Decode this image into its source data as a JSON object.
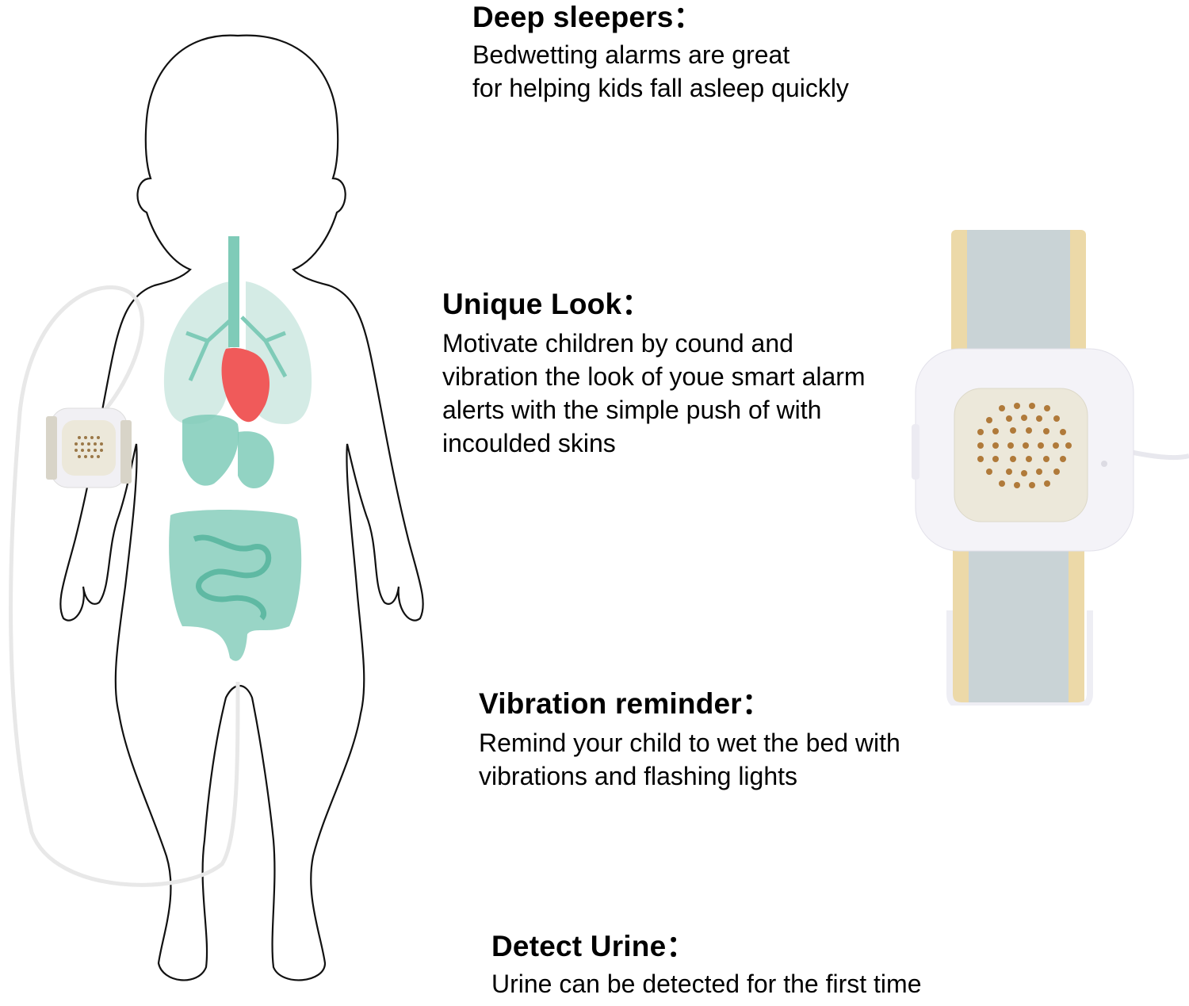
{
  "features": [
    {
      "title": "Deep sleepers：",
      "body": "Bedwetting alarms are great\nfor helping kids fall asleep quickly"
    },
    {
      "title": "Unique Look：",
      "body": "Motivate children by cound and\nvibration the look of youe smart alarm\nalerts with the simple push of with\nincoulded skins"
    },
    {
      "title": "Vibration reminder：",
      "body": "Remind your child to wet the bed with\nvibrations and flashing lights"
    },
    {
      "title": "Detect Urine：",
      "body": "Urine can be detected for the first time"
    }
  ],
  "colors": {
    "organ_teal": "#7fcbb8",
    "organ_teal_dark": "#5fb9a3",
    "lung": "#cfe9e2",
    "heart": "#f05a5a",
    "strap_gray": "#c9d3d6",
    "strap_beige": "#ecd9a8",
    "device_white": "#f4f3f8",
    "speaker_face": "#ece8da",
    "speaker_hole": "#b07a3a"
  }
}
